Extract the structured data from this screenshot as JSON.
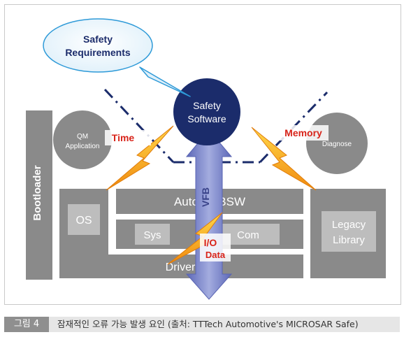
{
  "diagram": {
    "safety_requirements": [
      "Safety",
      "Requirements"
    ],
    "safety_software": [
      "Safety",
      "Software"
    ],
    "qm_application": [
      "QM",
      "Application"
    ],
    "diagnose": "Diagnose",
    "bootloader": "Bootloader",
    "os": "OS",
    "autosar_bsw": "Autosar BSW",
    "sys": "Sys",
    "com": "Com",
    "drivers": "Drivers",
    "legacy_library": [
      "Legacy",
      "Library"
    ],
    "callout_time": "Time",
    "callout_memory": "Memory",
    "callout_io": [
      "I/O",
      "Data"
    ],
    "vfb_arrow_label": "VFB"
  },
  "caption": {
    "figure_label": "그림 4",
    "text": "잠재적인 오류 가능 발생 요인 (출처: TTTech Automotive's MICROSAR Safe)"
  },
  "colors": {
    "navy": "#1b2c6b",
    "gray_block": "#8a8a8a",
    "light_box": "#cfcfcf",
    "callout_red": "#d8241a",
    "bolt_orange": "#f29d16",
    "arrow_blue": "#7b86c9",
    "bubble_border": "#2e9ad8"
  }
}
